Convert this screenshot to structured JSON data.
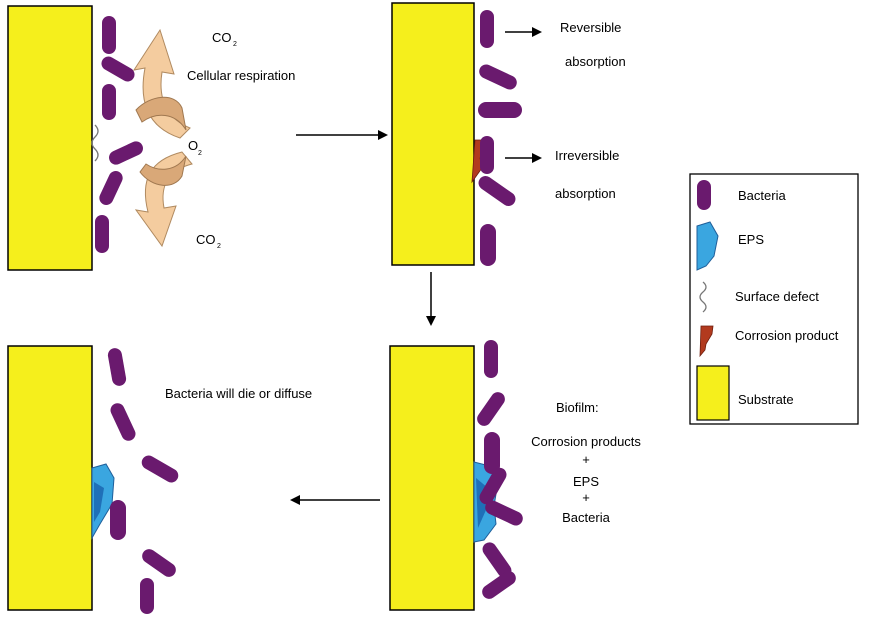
{
  "colors": {
    "substrate": "#f5ef1c",
    "bacteria": "#6a1a6e",
    "eps": "#3aa6e0",
    "eps_dark": "#1f70b8",
    "corrosion": "#b23a1e",
    "respiration_arrow": "#f4cc9f",
    "respiration_arrow_dark": "#d9a878"
  },
  "panel1": {
    "co2_top": "CO",
    "co2_top_sub": "2",
    "respiration": "Cellular respiration",
    "o2": "O",
    "o2_sub": "2",
    "co2_bottom": "CO",
    "co2_bottom_sub": "2"
  },
  "panel2": {
    "reversible_line1": "Reversible",
    "reversible_line2": "absorption",
    "irreversible_line1": "Irreversible",
    "irreversible_line2": "absorption"
  },
  "panel3": {
    "biofilm": "Biofilm:",
    "corrosion_products": "Corrosion products",
    "plus1": "+",
    "eps": "EPS",
    "plus2": "+",
    "bacteria": "Bacteria"
  },
  "panel4": {
    "caption": "Bacteria will die or diffuse"
  },
  "legend": {
    "items": [
      {
        "icon": "bacteria-icon",
        "label": "Bacteria"
      },
      {
        "icon": "eps-icon",
        "label": "EPS"
      },
      {
        "icon": "surface-defect-icon",
        "label": "Surface defect"
      },
      {
        "icon": "corrosion-product-icon",
        "label": "Corrosion product"
      },
      {
        "icon": "substrate-icon",
        "label": "Substrate"
      }
    ]
  }
}
